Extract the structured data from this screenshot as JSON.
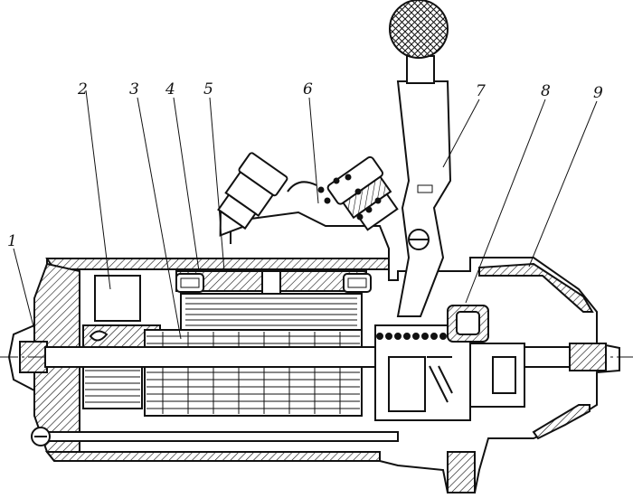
{
  "figure": {
    "callouts": [
      {
        "label": "1"
      },
      {
        "label": "2"
      },
      {
        "label": "3"
      },
      {
        "label": "4"
      },
      {
        "label": "5"
      },
      {
        "label": "6"
      },
      {
        "label": "7"
      },
      {
        "label": "8"
      },
      {
        "label": "9"
      }
    ]
  }
}
